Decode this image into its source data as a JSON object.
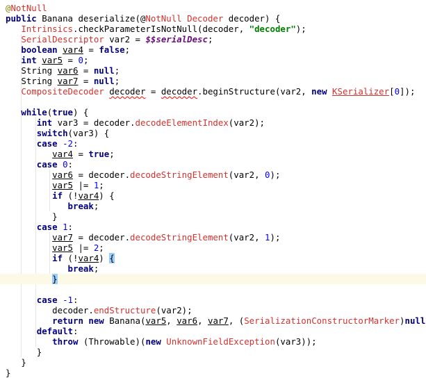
{
  "editor": {
    "caret_line_index": 26,
    "colors": {
      "keyword": "#000080",
      "reference_red": "#d4312d",
      "string": "#008000",
      "number": "#0000ff",
      "field": "#660e7a",
      "annotation": "#808000",
      "brace_match": "#99ccff",
      "caret_line": "#fcfae6"
    },
    "lines": [
      [
        [
          "a",
          "@"
        ],
        [
          "r",
          "NotNull"
        ]
      ],
      [
        [
          "k",
          "public"
        ],
        [
          "t",
          " Banana deserialize(@"
        ],
        [
          "r",
          "NotNull"
        ],
        [
          "t",
          " "
        ],
        [
          "r",
          "Decoder"
        ],
        [
          "t",
          " decoder) {"
        ]
      ],
      [
        [
          "t",
          "   "
        ],
        [
          "r",
          "Intrinsics"
        ],
        [
          "t",
          ".checkParameterIsNotNull(decoder, "
        ],
        [
          "s",
          "\"decoder\""
        ],
        [
          "t",
          ");"
        ]
      ],
      [
        [
          "t",
          "   "
        ],
        [
          "r",
          "SerialDescriptor"
        ],
        [
          "t",
          " var2 = "
        ],
        [
          "f",
          "$$serialDesc"
        ],
        [
          "t",
          ";"
        ]
      ],
      [
        [
          "t",
          "   "
        ],
        [
          "k",
          "boolean"
        ],
        [
          "t",
          " "
        ],
        [
          "u",
          "var4"
        ],
        [
          "t",
          " = "
        ],
        [
          "k",
          "false"
        ],
        [
          "t",
          ";"
        ]
      ],
      [
        [
          "t",
          "   "
        ],
        [
          "k",
          "int"
        ],
        [
          "t",
          " "
        ],
        [
          "u",
          "var5"
        ],
        [
          "t",
          " = "
        ],
        [
          "n",
          "0"
        ],
        [
          "t",
          ";"
        ]
      ],
      [
        [
          "t",
          "   String "
        ],
        [
          "u",
          "var6"
        ],
        [
          "t",
          " = "
        ],
        [
          "k",
          "null"
        ],
        [
          "t",
          ";"
        ]
      ],
      [
        [
          "t",
          "   String "
        ],
        [
          "u",
          "var7"
        ],
        [
          "t",
          " = "
        ],
        [
          "k",
          "null"
        ],
        [
          "t",
          ";"
        ]
      ],
      [
        [
          "t",
          "   "
        ],
        [
          "r",
          "CompositeDecoder"
        ],
        [
          "t",
          " "
        ],
        [
          "w",
          "decoder"
        ],
        [
          "t",
          " = "
        ],
        [
          "w",
          "decoder"
        ],
        [
          "t",
          ".beginStructure(var2, "
        ],
        [
          "k",
          "new"
        ],
        [
          "t",
          " "
        ],
        [
          "ru",
          "KSerializer"
        ],
        [
          "t",
          "["
        ],
        [
          "n",
          "0"
        ],
        [
          "t",
          "]);"
        ]
      ],
      [],
      [
        [
          "t",
          "   "
        ],
        [
          "k",
          "while"
        ],
        [
          "t",
          "("
        ],
        [
          "k",
          "true"
        ],
        [
          "t",
          ") {"
        ]
      ],
      [
        [
          "t",
          "      "
        ],
        [
          "k",
          "int"
        ],
        [
          "t",
          " var3 = decoder."
        ],
        [
          "r",
          "decodeElementIndex"
        ],
        [
          "t",
          "(var2);"
        ]
      ],
      [
        [
          "t",
          "      "
        ],
        [
          "k",
          "switch"
        ],
        [
          "t",
          "(var3) {"
        ]
      ],
      [
        [
          "t",
          "      "
        ],
        [
          "k",
          "case"
        ],
        [
          "t",
          " "
        ],
        [
          "n",
          "-2"
        ],
        [
          "t",
          ":"
        ]
      ],
      [
        [
          "t",
          "         "
        ],
        [
          "u",
          "var4"
        ],
        [
          "t",
          " = "
        ],
        [
          "k",
          "true"
        ],
        [
          "t",
          ";"
        ]
      ],
      [
        [
          "t",
          "      "
        ],
        [
          "k",
          "case"
        ],
        [
          "t",
          " "
        ],
        [
          "n",
          "0"
        ],
        [
          "t",
          ":"
        ]
      ],
      [
        [
          "t",
          "         "
        ],
        [
          "u",
          "var6"
        ],
        [
          "t",
          " = decoder."
        ],
        [
          "r",
          "decodeStringElement"
        ],
        [
          "t",
          "(var2, "
        ],
        [
          "n",
          "0"
        ],
        [
          "t",
          ");"
        ]
      ],
      [
        [
          "t",
          "         "
        ],
        [
          "u",
          "var5"
        ],
        [
          "t",
          " |= "
        ],
        [
          "n",
          "1"
        ],
        [
          "t",
          ";"
        ]
      ],
      [
        [
          "t",
          "         "
        ],
        [
          "k",
          "if"
        ],
        [
          "t",
          " (!"
        ],
        [
          "u",
          "var4"
        ],
        [
          "t",
          ") {"
        ]
      ],
      [
        [
          "t",
          "            "
        ],
        [
          "k",
          "break"
        ],
        [
          "t",
          ";"
        ]
      ],
      [
        [
          "t",
          "         }"
        ]
      ],
      [
        [
          "t",
          "      "
        ],
        [
          "k",
          "case"
        ],
        [
          "t",
          " "
        ],
        [
          "n",
          "1"
        ],
        [
          "t",
          ":"
        ]
      ],
      [
        [
          "t",
          "         "
        ],
        [
          "u",
          "var7"
        ],
        [
          "t",
          " = decoder."
        ],
        [
          "r",
          "decodeStringElement"
        ],
        [
          "t",
          "(var2, "
        ],
        [
          "n",
          "1"
        ],
        [
          "t",
          ");"
        ]
      ],
      [
        [
          "t",
          "         "
        ],
        [
          "u",
          "var5"
        ],
        [
          "t",
          " |= "
        ],
        [
          "n",
          "2"
        ],
        [
          "t",
          ";"
        ]
      ],
      [
        [
          "t",
          "         "
        ],
        [
          "k",
          "if"
        ],
        [
          "t",
          " (!"
        ],
        [
          "u",
          "var4"
        ],
        [
          "t",
          ") "
        ],
        [
          "b",
          "{"
        ]
      ],
      [
        [
          "t",
          "            "
        ],
        [
          "k",
          "break"
        ],
        [
          "t",
          ";"
        ]
      ],
      [
        [
          "t",
          "         "
        ],
        [
          "b",
          "}"
        ]
      ],
      [],
      [
        [
          "t",
          "      "
        ],
        [
          "k",
          "case"
        ],
        [
          "t",
          " "
        ],
        [
          "n",
          "-1"
        ],
        [
          "t",
          ":"
        ]
      ],
      [
        [
          "t",
          "         decoder."
        ],
        [
          "r",
          "endStructure"
        ],
        [
          "t",
          "(var2);"
        ]
      ],
      [
        [
          "t",
          "         "
        ],
        [
          "k",
          "return"
        ],
        [
          "t",
          " "
        ],
        [
          "k",
          "new"
        ],
        [
          "t",
          " Banana("
        ],
        [
          "u",
          "var5"
        ],
        [
          "t",
          ", "
        ],
        [
          "u",
          "var6"
        ],
        [
          "t",
          ", "
        ],
        [
          "u",
          "var7"
        ],
        [
          "t",
          ", ("
        ],
        [
          "r",
          "SerializationConstructorMarker"
        ],
        [
          "t",
          ")"
        ],
        [
          "k",
          "null"
        ],
        [
          "t",
          ");"
        ]
      ],
      [
        [
          "t",
          "      "
        ],
        [
          "k",
          "default"
        ],
        [
          "t",
          ":"
        ]
      ],
      [
        [
          "t",
          "         "
        ],
        [
          "k",
          "throw"
        ],
        [
          "t",
          " (Throwable)("
        ],
        [
          "k",
          "new"
        ],
        [
          "t",
          " "
        ],
        [
          "r",
          "UnknownFieldException"
        ],
        [
          "t",
          "(var3));"
        ]
      ],
      [
        [
          "t",
          "      }"
        ]
      ],
      [
        [
          "t",
          "   }"
        ]
      ],
      [
        [
          "t",
          "}"
        ]
      ]
    ]
  }
}
